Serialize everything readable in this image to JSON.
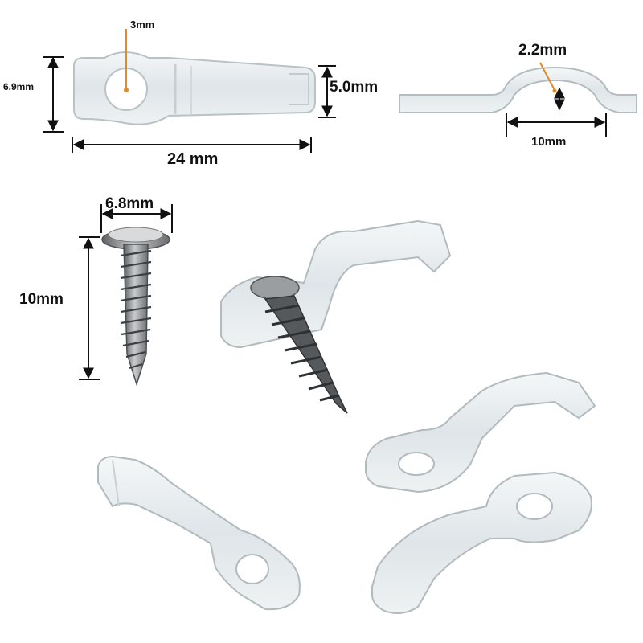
{
  "dimensions": {
    "hole_diameter": "3mm",
    "clip_height": "6.9mm",
    "strip_width": "5.0mm",
    "clip_length": "24 mm",
    "arch_height": "2.2mm",
    "arch_width": "10mm",
    "screw_head": "6.8mm",
    "screw_length": "10mm"
  },
  "colors": {
    "plastic_fill": "#e7ecee",
    "plastic_edge": "#b9c2c6",
    "metal": "#8a8d90",
    "accent_orange": "#e08a2a",
    "dimension_line": "#111111"
  }
}
